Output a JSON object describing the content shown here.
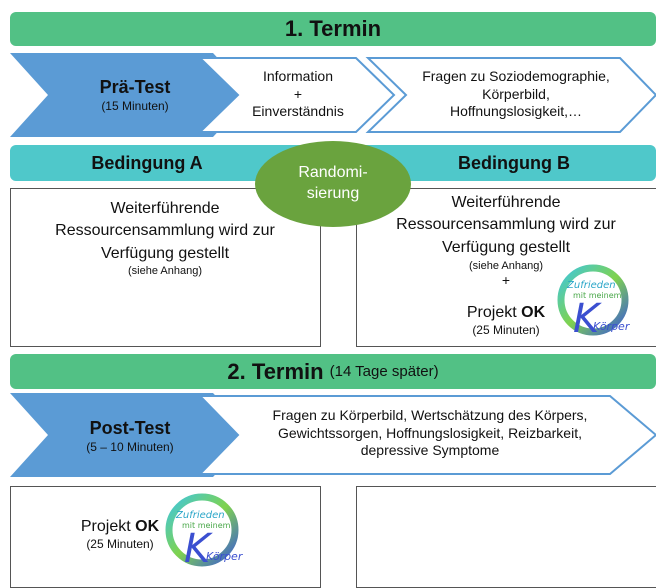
{
  "termin1": {
    "title": "1. Termin"
  },
  "row1": {
    "pretest_title": "Prä-Test",
    "pretest_duration": "(15 Minuten)",
    "info_line1": "Information",
    "info_line2": "+",
    "info_line3": "Einverständnis",
    "fragen_line1": "Fragen zu Soziodemographie,",
    "fragen_line2": "Körperbild,",
    "fragen_line3": "Hoffnungslosigkeit,…"
  },
  "bedingung_a": {
    "title": "Bedingung A"
  },
  "bedingung_b": {
    "title": "Bedingung B"
  },
  "randomisierung": {
    "line1": "Randomi-",
    "line2": "sierung"
  },
  "box_a": {
    "line1": "Weiterführende",
    "line2": "Ressourcensammlung wird zur",
    "line3": "Verfügung gestellt",
    "note": "(siehe Anhang)"
  },
  "box_b": {
    "line1": "Weiterführende",
    "line2": "Ressourcensammlung wird zur",
    "line3": "Verfügung gestellt",
    "note": "(siehe Anhang)",
    "plus": "+",
    "projekt_prefix": "Projekt ",
    "projekt_ok": "OK",
    "projekt_duration": "(25 Minuten)"
  },
  "logo": {
    "line1": "Zufrieden",
    "line2": "mit meinem",
    "line3": "Körper",
    "big_letter": "K"
  },
  "termin2": {
    "title": "2. Termin",
    "subtitle": "(14 Tage später)"
  },
  "row2": {
    "posttest_title": "Post-Test",
    "posttest_duration": "(5 – 10 Minuten)",
    "fragen_line1": "Fragen zu Körperbild, Wertschätzung des Körpers,",
    "fragen_line2": "Gewichtssorgen, Hoffnungslosigkeit, Reizbarkeit,",
    "fragen_line3": "depressive Symptome"
  },
  "box_c": {
    "projekt_prefix": "Projekt ",
    "projekt_ok": "OK",
    "projekt_duration": "(25 Minuten)"
  },
  "colors": {
    "green_bar": "#52c185",
    "teal_bar": "#4fc8ca",
    "blue_arrow": "#5b9bd5",
    "oval": "#6aa33e"
  }
}
